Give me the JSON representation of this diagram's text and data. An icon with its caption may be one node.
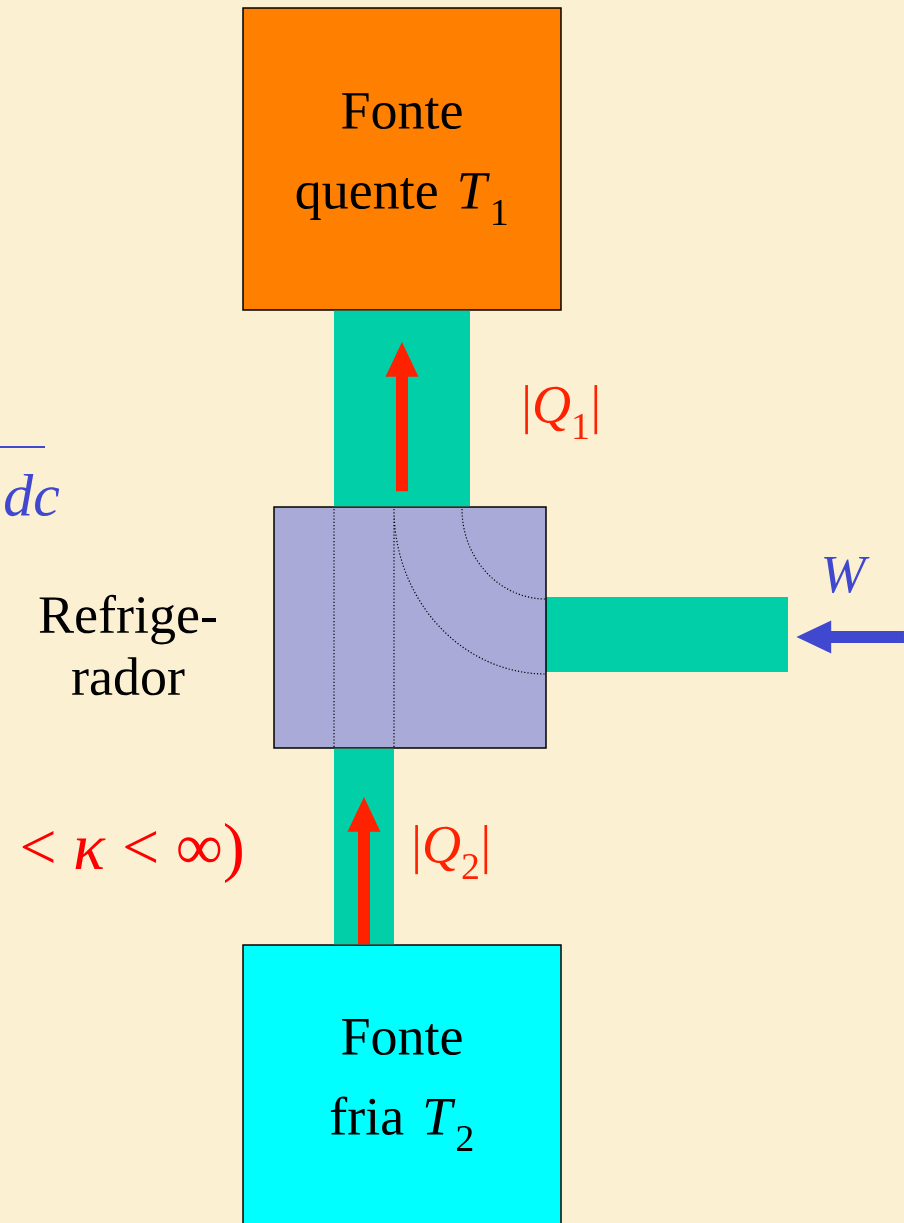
{
  "diagram": {
    "nodes": [
      {
        "text": [
          "Fonte quente *T*$_{1}$"
        ]
      },
      {
        "text": [],
        "shape": "box",
        "beside": [
          "Refrige- rador"
        ]
      },
      {
        "text": [],
        "shape": "bar"
      },
      {
        "text": [
          "Fonte fria *T*$_{2}$"
        ]
      }
    ],
    "edges": [
      {
        "from": 1,
        "to": 0,
        "arrow": "to",
        "label": "|*Q*$_{1}$|",
        "color": "#ff2200"
      },
      {
        "from": 3,
        "to": 1,
        "arrow": "to",
        "label": "|*Q*$_{2}$|",
        "color": "#ff2200"
      },
      {
        "from": null,
        "to": 2,
        "arrow": "to",
        "label": "W",
        "color": "#4048d0"
      }
    ],
    "labels": [
      "dc",
      "< *κ* < ∞)"
    ]
  }
}
